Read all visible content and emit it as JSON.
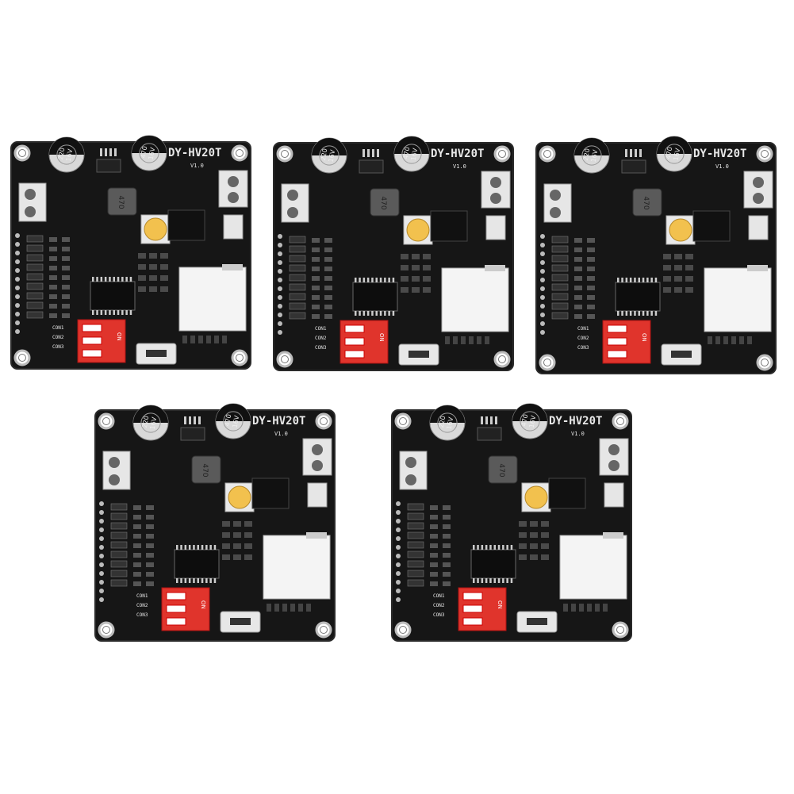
{
  "product": {
    "board_label": "DY-HV20T",
    "version_label": "V1.0",
    "inductor_label": "470",
    "cap_left_label": "220\n16V",
    "cap_right_label": "470\n16V",
    "dip_labels": [
      "ON",
      "CON1",
      "CON2",
      "CON3"
    ],
    "board_count": 5
  },
  "colors": {
    "background": "#ffffff",
    "pcb": "#161616",
    "pcb_edge": "#2a2a2a",
    "silkscreen": "#e8e8e8",
    "dip_switch": "#e0342c",
    "inductor": "#5a5a5a",
    "pot": "#f2c14e",
    "sd_slot": "#f4f4f4",
    "capacitor_body": "#d9d9d9",
    "terminal": "#e6e6e6"
  },
  "icons": [
    "pcb-board-image"
  ]
}
